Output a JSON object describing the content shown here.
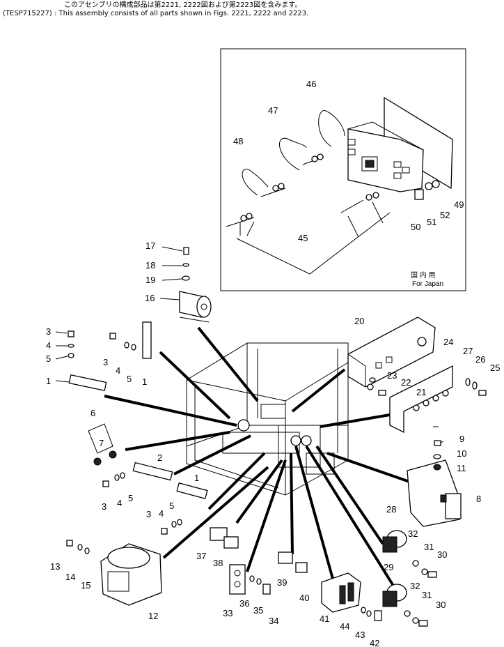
{
  "header": {
    "line1": "このアセンブリの構成部品は第2221, 2222図および第2223図を含みます。",
    "line2": "(TESP715227) : This assembly consists of all parts shown in Figs. 2221, 2222 and 2223."
  },
  "inset": {
    "note_jp": "国 内 用",
    "note_en": "For Japan"
  },
  "callouts": [
    "1",
    "2",
    "3",
    "4",
    "5",
    "6",
    "7",
    "8",
    "9",
    "10",
    "11",
    "12",
    "13",
    "14",
    "15",
    "16",
    "17",
    "18",
    "19",
    "20",
    "21",
    "22",
    "23",
    "24",
    "25",
    "26",
    "27",
    "28",
    "29",
    "30",
    "31",
    "32",
    "33",
    "34",
    "35",
    "36",
    "37",
    "38",
    "39",
    "40",
    "41",
    "42",
    "43",
    "44",
    "45",
    "46",
    "47",
    "48",
    "49",
    "50",
    "51",
    "52"
  ]
}
